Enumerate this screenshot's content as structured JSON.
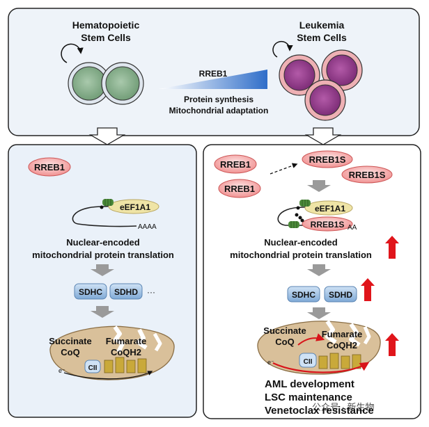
{
  "top_panel": {
    "hsc_label_line1": "Hematopoietic",
    "hsc_label_line2": "Stem Cells",
    "lsc_label_line1": "Leukemia",
    "lsc_label_line2": "Stem Cells",
    "gradient_label": "RREB1",
    "effect_line1": "Protein synthesis",
    "effect_line2": "Mitochondrial adaptation"
  },
  "left_panel": {
    "rreb1": "RREB1",
    "eef1a1": "eEF1A1",
    "polya": "AAAA",
    "translation_line1": "Nuclear-encoded",
    "translation_line2": "mitochondrial protein translation",
    "sdhc": "SDHC",
    "sdhd": "SDHD",
    "ellipsis": "···",
    "succinate": "Succinate",
    "coq": "CoQ",
    "fumarate": "Fumarate",
    "coqh2": "CoQH2",
    "electron": "e⁻",
    "complex": "CII"
  },
  "right_panel": {
    "rreb1_a": "RREB1",
    "rreb1_b": "RREB1",
    "rreb1s_a": "RREB1S",
    "rreb1s_b": "RREB1S",
    "eef1a1": "eEF1A1",
    "rreb1s_mrna": "RREB1S",
    "polya": "AA",
    "translation_line1": "Nuclear-encoded",
    "translation_line2": "mitochondrial protein translation",
    "sdhc": "SDHC",
    "sdhd": "SDHD",
    "succinate": "Succinate",
    "coq": "CoQ",
    "fumarate": "Fumarate",
    "coqh2": "CoQH2",
    "electron": "e⁻",
    "complex": "CII",
    "outcome_1": "AML development",
    "outcome_2": "LSC maintenance",
    "outcome_3": "Venetoclax resistance"
  },
  "watermark": "公众号 · 新生物",
  "colors": {
    "top_bg": "#eef3f9",
    "left_bg": "#eaf1f9",
    "hsc_fill": "#8fb494",
    "lsc_outer": "#e8a0a6",
    "lsc_inner": "#9c3d93",
    "protein_pill": "#f29393",
    "sdh_box": "#8fb6df",
    "mito": "#d9c09a",
    "up_arrow": "#e0151b"
  }
}
